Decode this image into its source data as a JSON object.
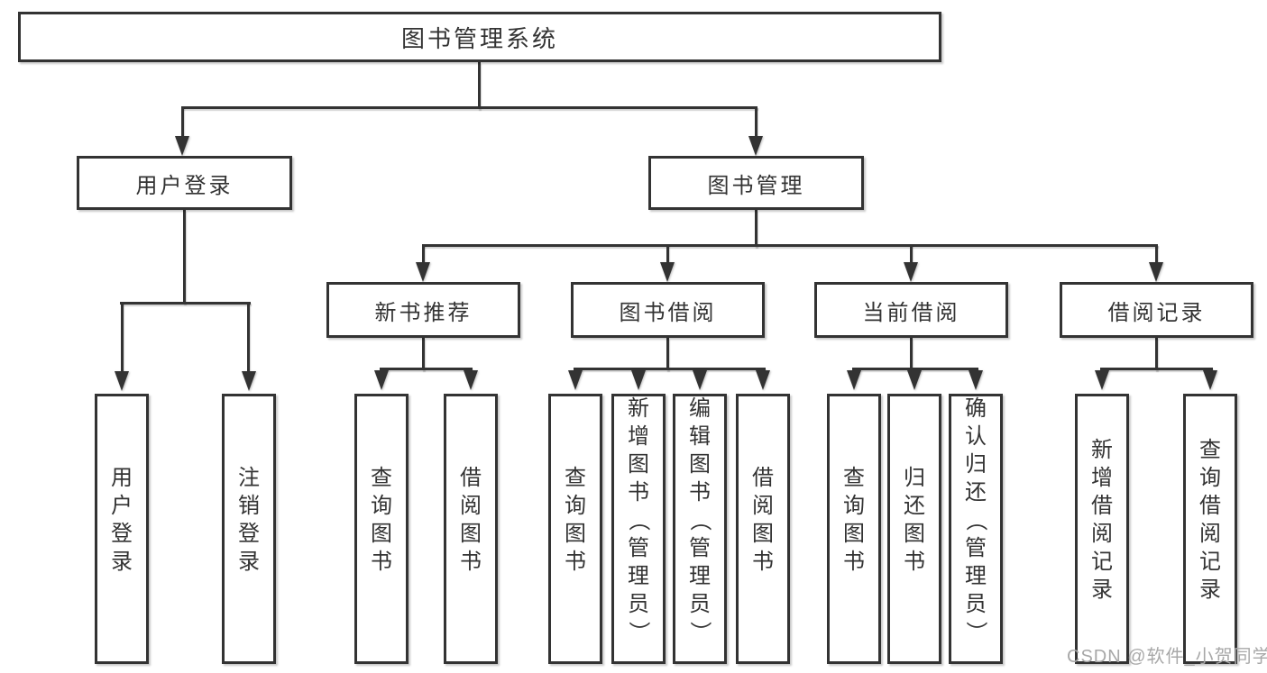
{
  "colors": {
    "line": "#333333",
    "text": "#333333",
    "box_bg": "#ffffff",
    "page_bg": "#ffffff",
    "watermark": "#a8a8a8"
  },
  "diagram": {
    "root": {
      "label": "图书管理系统"
    },
    "branches": {
      "user_login": {
        "label": "用户登录"
      },
      "book_management": {
        "label": "图书管理"
      }
    },
    "modules": {
      "new_book_recommend": {
        "label": "新书推荐"
      },
      "book_borrow": {
        "label": "图书借阅"
      },
      "current_borrow": {
        "label": "当前借阅"
      },
      "borrow_record": {
        "label": "借阅记录"
      }
    },
    "leaves": {
      "user_login": {
        "label": "用户登录"
      },
      "logout": {
        "label": "注销登录"
      },
      "recommend_query_book": {
        "label": "查询图书"
      },
      "recommend_borrow_book": {
        "label": "借阅图书"
      },
      "borrow_query_book": {
        "label": "查询图书"
      },
      "borrow_add_book": {
        "label": "新增图书（管理员）"
      },
      "borrow_edit_book": {
        "label": "编辑图书（管理员）"
      },
      "borrow_borrow_book": {
        "label": "借阅图书"
      },
      "current_query_book": {
        "label": "查询图书"
      },
      "current_return_book": {
        "label": "归还图书"
      },
      "current_confirm_return": {
        "label": "确认归还（管理员）"
      },
      "record_add": {
        "label": "新增借阅记录"
      },
      "record_query": {
        "label": "查询借阅记录"
      }
    }
  },
  "watermark": {
    "text": "CSDN @软件_小贺同学"
  }
}
